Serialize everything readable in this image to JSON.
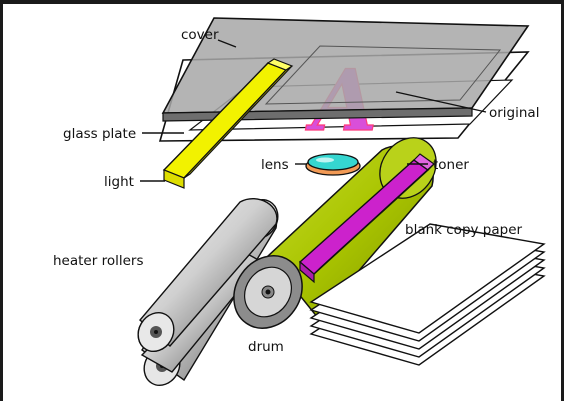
{
  "labels": {
    "cover": "cover",
    "original": "original",
    "glass_plate": "glass plate",
    "light": "light",
    "lens": "lens",
    "toner": "toner",
    "heater_rollers": "heater rollers",
    "blank_copy_paper": "blank copy paper",
    "drum": "drum"
  },
  "original_letter": "A",
  "colors": {
    "cover": "#a8a8a8",
    "glass_plate": "#ffffff",
    "light": "#f2f200",
    "lens": "#35d6d0",
    "lens_rim": "#f29a55",
    "drum": "#a9c400",
    "drum_end": "#8c8c8c",
    "toner": "#cc22cc",
    "rollers": "#d2d2d2",
    "letter_fill": "#d94fd9",
    "letter_outline": "#ff3a7a",
    "outline": "#111111",
    "frame": "#1a1a1a"
  }
}
